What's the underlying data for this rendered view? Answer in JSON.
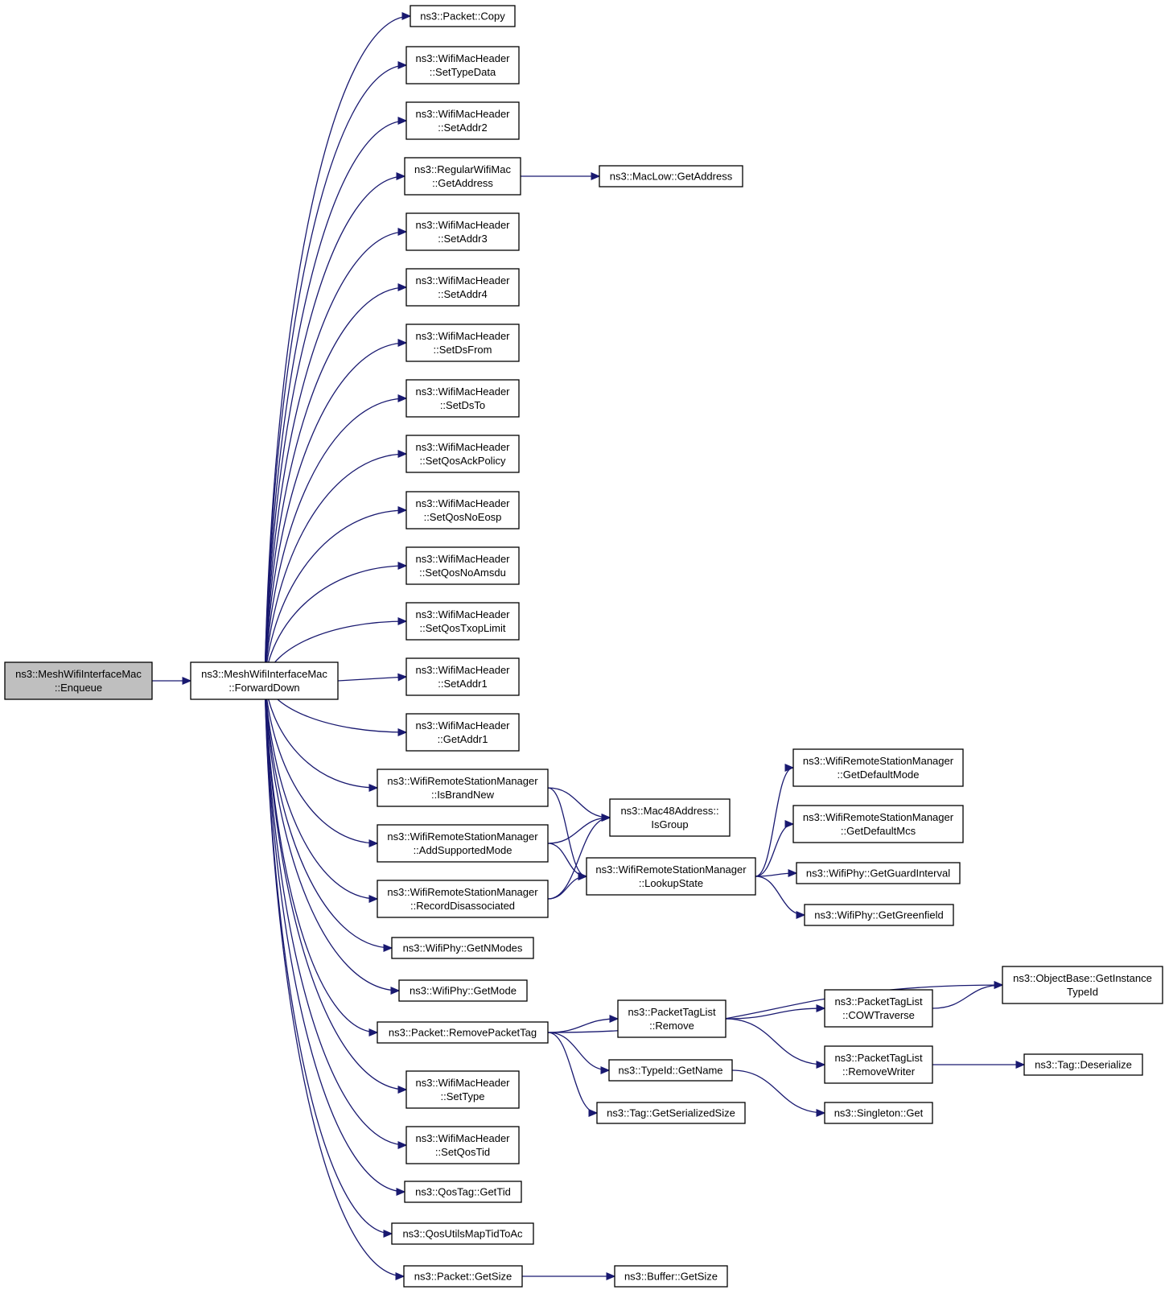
{
  "nodes": [
    {
      "id": "enqueue",
      "lines": [
        "ns3::MeshWifiInterfaceMac",
        "::Enqueue"
      ],
      "root": true
    },
    {
      "id": "forwarddown",
      "lines": [
        "ns3::MeshWifiInterfaceMac",
        "::ForwardDown"
      ]
    },
    {
      "id": "packet_copy",
      "lines": [
        "ns3::Packet::Copy"
      ]
    },
    {
      "id": "settypedata",
      "lines": [
        "ns3::WifiMacHeader",
        "::SetTypeData"
      ]
    },
    {
      "id": "setaddr2",
      "lines": [
        "ns3::WifiMacHeader",
        "::SetAddr2"
      ]
    },
    {
      "id": "regular_getaddress",
      "lines": [
        "ns3::RegularWifiMac",
        "::GetAddress"
      ]
    },
    {
      "id": "maclow_getaddress",
      "lines": [
        "ns3::MacLow::GetAddress"
      ]
    },
    {
      "id": "setaddr3",
      "lines": [
        "ns3::WifiMacHeader",
        "::SetAddr3"
      ]
    },
    {
      "id": "setaddr4",
      "lines": [
        "ns3::WifiMacHeader",
        "::SetAddr4"
      ]
    },
    {
      "id": "setdsfrom",
      "lines": [
        "ns3::WifiMacHeader",
        "::SetDsFrom"
      ]
    },
    {
      "id": "setdsto",
      "lines": [
        "ns3::WifiMacHeader",
        "::SetDsTo"
      ]
    },
    {
      "id": "setqosackpolicy",
      "lines": [
        "ns3::WifiMacHeader",
        "::SetQosAckPolicy"
      ]
    },
    {
      "id": "setqosnoeosp",
      "lines": [
        "ns3::WifiMacHeader",
        "::SetQosNoEosp"
      ]
    },
    {
      "id": "setqosnoamsdu",
      "lines": [
        "ns3::WifiMacHeader",
        "::SetQosNoAmsdu"
      ]
    },
    {
      "id": "setqostxoplimit",
      "lines": [
        "ns3::WifiMacHeader",
        "::SetQosTxopLimit"
      ]
    },
    {
      "id": "setaddr1",
      "lines": [
        "ns3::WifiMacHeader",
        "::SetAddr1"
      ]
    },
    {
      "id": "getaddr1",
      "lines": [
        "ns3::WifiMacHeader",
        "::GetAddr1"
      ]
    },
    {
      "id": "isbrandnew",
      "lines": [
        "ns3::WifiRemoteStationManager",
        "::IsBrandNew"
      ]
    },
    {
      "id": "addsupportedmode",
      "lines": [
        "ns3::WifiRemoteStationManager",
        "::AddSupportedMode"
      ]
    },
    {
      "id": "recorddisassociated",
      "lines": [
        "ns3::WifiRemoteStationManager",
        "::RecordDisassociated"
      ]
    },
    {
      "id": "isgroup",
      "lines": [
        "ns3::Mac48Address::",
        "IsGroup"
      ]
    },
    {
      "id": "lookupstate",
      "lines": [
        "ns3::WifiRemoteStationManager",
        "::LookupState"
      ]
    },
    {
      "id": "getdefaultmode",
      "lines": [
        "ns3::WifiRemoteStationManager",
        "::GetDefaultMode"
      ]
    },
    {
      "id": "getdefaultmcs",
      "lines": [
        "ns3::WifiRemoteStationManager",
        "::GetDefaultMcs"
      ]
    },
    {
      "id": "getguardinterval",
      "lines": [
        "ns3::WifiPhy::GetGuardInterval"
      ]
    },
    {
      "id": "getgreenfield",
      "lines": [
        "ns3::WifiPhy::GetGreenfield"
      ]
    },
    {
      "id": "getnmodes",
      "lines": [
        "ns3::WifiPhy::GetNModes"
      ]
    },
    {
      "id": "getmode",
      "lines": [
        "ns3::WifiPhy::GetMode"
      ]
    },
    {
      "id": "removepackettag",
      "lines": [
        "ns3::Packet::RemovePacketTag"
      ]
    },
    {
      "id": "objectbase_getinstancetypeid",
      "lines": [
        "ns3::ObjectBase::GetInstance",
        "TypeId"
      ]
    },
    {
      "id": "packettaglist_remove",
      "lines": [
        "ns3::PacketTagList",
        "::Remove"
      ]
    },
    {
      "id": "cowtraverse",
      "lines": [
        "ns3::PacketTagList",
        "::COWTraverse"
      ]
    },
    {
      "id": "removewriter",
      "lines": [
        "ns3::PacketTagList",
        "::RemoveWriter"
      ]
    },
    {
      "id": "tag_deserialize",
      "lines": [
        "ns3::Tag::Deserialize"
      ]
    },
    {
      "id": "typeid_getname",
      "lines": [
        "ns3::TypeId::GetName"
      ]
    },
    {
      "id": "tag_getserializedsize",
      "lines": [
        "ns3::Tag::GetSerializedSize"
      ]
    },
    {
      "id": "singleton_get",
      "lines": [
        "ns3::Singleton::Get"
      ]
    },
    {
      "id": "settype",
      "lines": [
        "ns3::WifiMacHeader",
        "::SetType"
      ]
    },
    {
      "id": "setqostid",
      "lines": [
        "ns3::WifiMacHeader",
        "::SetQosTid"
      ]
    },
    {
      "id": "qostag_gettid",
      "lines": [
        "ns3::QosTag::GetTid"
      ]
    },
    {
      "id": "qosutilsmaptidtoac",
      "lines": [
        "ns3::QosUtilsMapTidToAc"
      ]
    },
    {
      "id": "packet_getsize",
      "lines": [
        "ns3::Packet::GetSize"
      ]
    },
    {
      "id": "buffer_getsize",
      "lines": [
        "ns3::Buffer::GetSize"
      ]
    }
  ],
  "edges": [
    {
      "from": "enqueue",
      "to": "forwarddown"
    },
    {
      "from": "forwarddown",
      "to": "packet_copy"
    },
    {
      "from": "forwarddown",
      "to": "settypedata"
    },
    {
      "from": "forwarddown",
      "to": "setaddr2"
    },
    {
      "from": "forwarddown",
      "to": "regular_getaddress"
    },
    {
      "from": "forwarddown",
      "to": "setaddr3"
    },
    {
      "from": "forwarddown",
      "to": "setaddr4"
    },
    {
      "from": "forwarddown",
      "to": "setdsfrom"
    },
    {
      "from": "forwarddown",
      "to": "setdsto"
    },
    {
      "from": "forwarddown",
      "to": "setqosackpolicy"
    },
    {
      "from": "forwarddown",
      "to": "setqosnoeosp"
    },
    {
      "from": "forwarddown",
      "to": "setqosnoamsdu"
    },
    {
      "from": "forwarddown",
      "to": "setqostxoplimit"
    },
    {
      "from": "forwarddown",
      "to": "setaddr1"
    },
    {
      "from": "forwarddown",
      "to": "getaddr1"
    },
    {
      "from": "forwarddown",
      "to": "isbrandnew"
    },
    {
      "from": "forwarddown",
      "to": "addsupportedmode"
    },
    {
      "from": "forwarddown",
      "to": "recorddisassociated"
    },
    {
      "from": "forwarddown",
      "to": "getnmodes"
    },
    {
      "from": "forwarddown",
      "to": "getmode"
    },
    {
      "from": "forwarddown",
      "to": "removepackettag"
    },
    {
      "from": "forwarddown",
      "to": "settype"
    },
    {
      "from": "forwarddown",
      "to": "setqostid"
    },
    {
      "from": "forwarddown",
      "to": "qostag_gettid"
    },
    {
      "from": "forwarddown",
      "to": "qosutilsmaptidtoac"
    },
    {
      "from": "forwarddown",
      "to": "packet_getsize"
    },
    {
      "from": "regular_getaddress",
      "to": "maclow_getaddress"
    },
    {
      "from": "isbrandnew",
      "to": "isgroup"
    },
    {
      "from": "isbrandnew",
      "to": "lookupstate"
    },
    {
      "from": "addsupportedmode",
      "to": "isgroup"
    },
    {
      "from": "addsupportedmode",
      "to": "lookupstate"
    },
    {
      "from": "recorddisassociated",
      "to": "isgroup"
    },
    {
      "from": "recorddisassociated",
      "to": "lookupstate"
    },
    {
      "from": "lookupstate",
      "to": "getdefaultmode"
    },
    {
      "from": "lookupstate",
      "to": "getdefaultmcs"
    },
    {
      "from": "lookupstate",
      "to": "getguardinterval"
    },
    {
      "from": "lookupstate",
      "to": "getgreenfield"
    },
    {
      "from": "removepackettag",
      "to": "objectbase_getinstancetypeid"
    },
    {
      "from": "removepackettag",
      "to": "packettaglist_remove"
    },
    {
      "from": "removepackettag",
      "to": "typeid_getname"
    },
    {
      "from": "removepackettag",
      "to": "tag_getserializedsize"
    },
    {
      "from": "packettaglist_remove",
      "to": "cowtraverse"
    },
    {
      "from": "packettaglist_remove",
      "to": "removewriter"
    },
    {
      "from": "cowtraverse",
      "to": "objectbase_getinstancetypeid"
    },
    {
      "from": "removewriter",
      "to": "tag_deserialize"
    },
    {
      "from": "typeid_getname",
      "to": "singleton_get"
    },
    {
      "from": "packet_getsize",
      "to": "buffer_getsize"
    }
  ]
}
